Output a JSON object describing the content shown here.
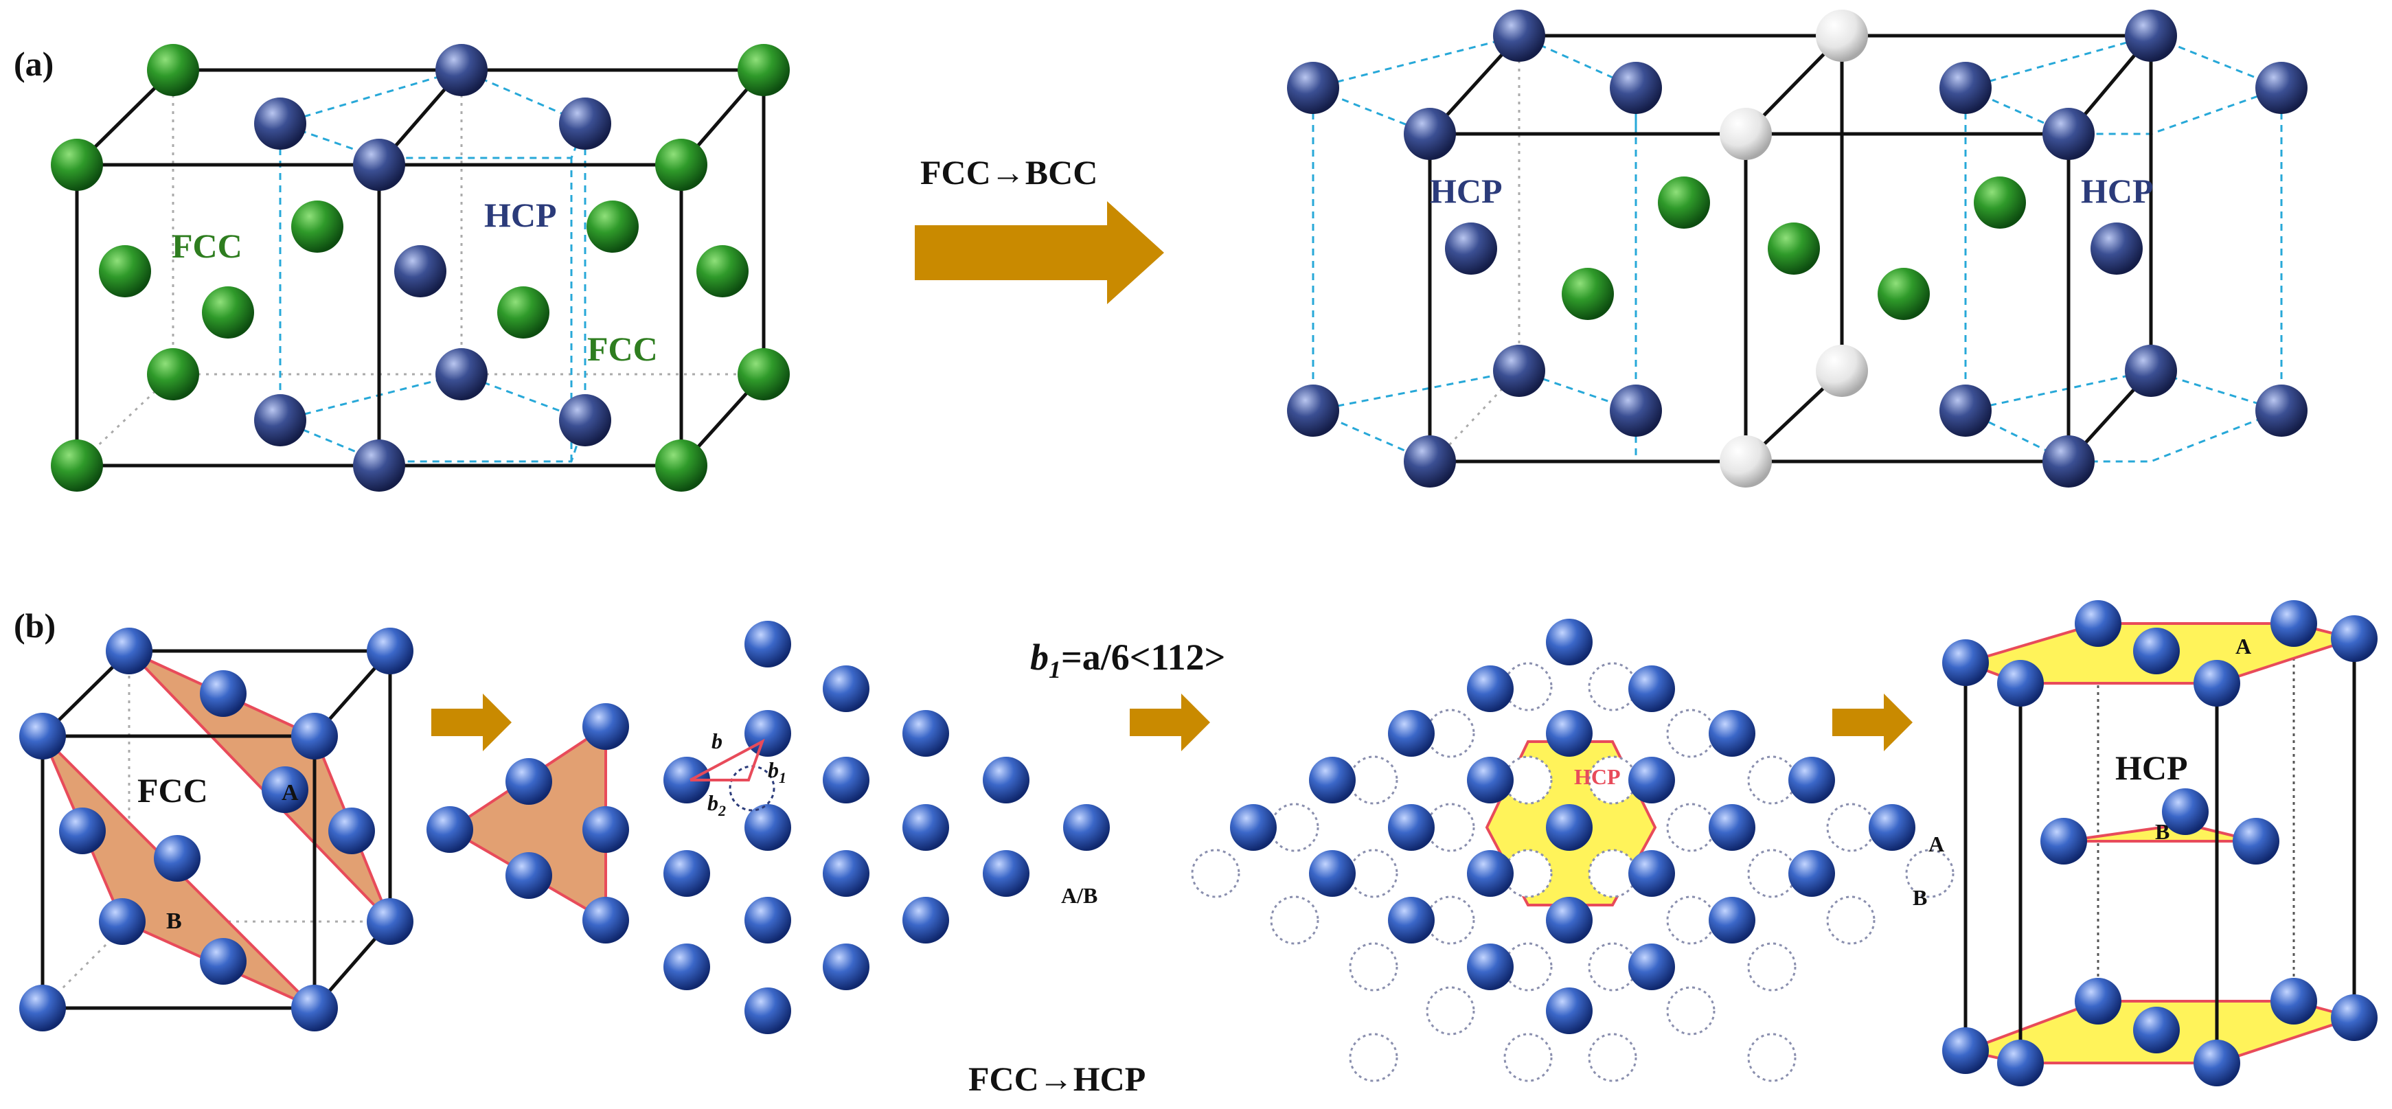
{
  "panel_a": {
    "tag": "(a)",
    "left_label_fcc_1": "FCC",
    "left_label_hcp": "HCP",
    "left_label_fcc_2": "FCC",
    "arrow_caption": "FCC→BCC",
    "right_label_hcp_1": "HCP",
    "right_label_hcp_2": "HCP"
  },
  "panel_b": {
    "tag": "(b)",
    "cube_label": "FCC",
    "plane_a": "A",
    "plane_b": "B",
    "burgers_b": "b",
    "burgers_b1": "b",
    "burgers_b1_sub": "1",
    "burgers_b2": "b",
    "burgers_b2_sub": "2",
    "stack_label": "A/B",
    "burgers_eq_b": "b",
    "burgers_eq_sub": "1",
    "burgers_eq_rest": "=a/6<112>",
    "hex_label": "HCP",
    "layer_a": "A",
    "layer_b": "B",
    "hcp_cell_label": "HCP",
    "hcp_cell_a": "A",
    "hcp_cell_b": "B",
    "bottom_caption": "FCC→HCP"
  },
  "colors": {
    "fcc_atom": "#1f7a1f",
    "hcp_atom": "#2b3b7a",
    "blue_atom": "#2f55b0",
    "white_atom": "#e8e8e8",
    "arrow": "#c98a00",
    "plane_fill": "#e2a072",
    "hex_fill": "#fff35a",
    "label_green": "#2e7d1f",
    "label_navy": "#2b3b7a",
    "label_red": "#e84b5a",
    "dashed_cyan": "#27a8d8"
  }
}
